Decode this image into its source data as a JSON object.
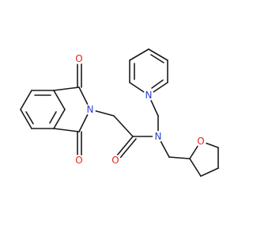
{
  "molecule": {
    "atoms": [
      {
        "id": "o1",
        "label": "O",
        "element": "O"
      },
      {
        "id": "o2",
        "label": "O",
        "element": "O"
      },
      {
        "id": "o3",
        "label": "O",
        "element": "O"
      },
      {
        "id": "o4",
        "label": "O",
        "element": "O"
      },
      {
        "id": "n1",
        "label": "N",
        "element": "N"
      },
      {
        "id": "n2",
        "label": "N",
        "element": "N"
      },
      {
        "id": "n3",
        "label": "N",
        "element": "N"
      }
    ]
  },
  "colors": {
    "bond": "#1a1a1a",
    "oxygen": "#e8221a",
    "nitrogen": "#2b3fd6",
    "background": "#ffffff"
  }
}
